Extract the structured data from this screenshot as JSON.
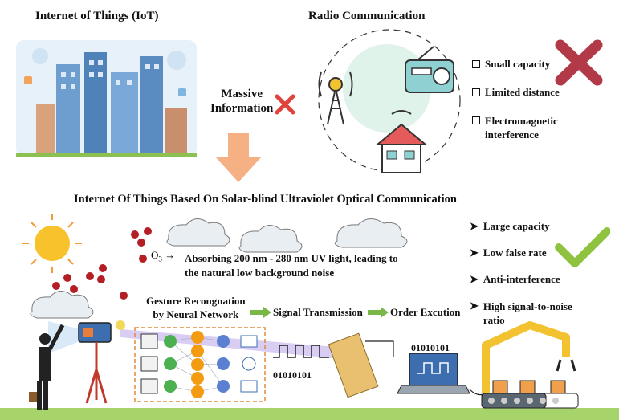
{
  "top_left": {
    "title": "Internet of Things (IoT)"
  },
  "middle_label": {
    "line1": "Massive",
    "line2": "Information"
  },
  "radio": {
    "title": "Radio Communication",
    "drawbacks": [
      "Small capacity",
      "Limited distance",
      "Electromagnetic",
      "interference"
    ]
  },
  "main_title": "Internet Of Things Based On Solar-blind Ultraviolet Optical Communication",
  "ozone": {
    "symbol": "O",
    "subscript": "3",
    "line1": "Absorbing 200 nm - 280 nm UV light, leading to",
    "line2": "the natural low background noise"
  },
  "advantages": [
    "Large capacity",
    "Low false rate",
    "Anti-interference",
    "High signal-to-noise",
    "ratio"
  ],
  "pipeline": {
    "step1_line1": "Gesture Recongnation",
    "step1_line2": "by Neural Network",
    "step2": "Signal Transmission",
    "step3": "Order Excution"
  },
  "binary": {
    "signal": "01010101",
    "received": "01010101"
  },
  "colors": {
    "arrow": "#f5b184",
    "cross": "#b23a48",
    "check": "#8fc33f",
    "green_arrow": "#7ab648",
    "sky": "#a8cfe8",
    "orange_dash": "#e08a3a"
  }
}
